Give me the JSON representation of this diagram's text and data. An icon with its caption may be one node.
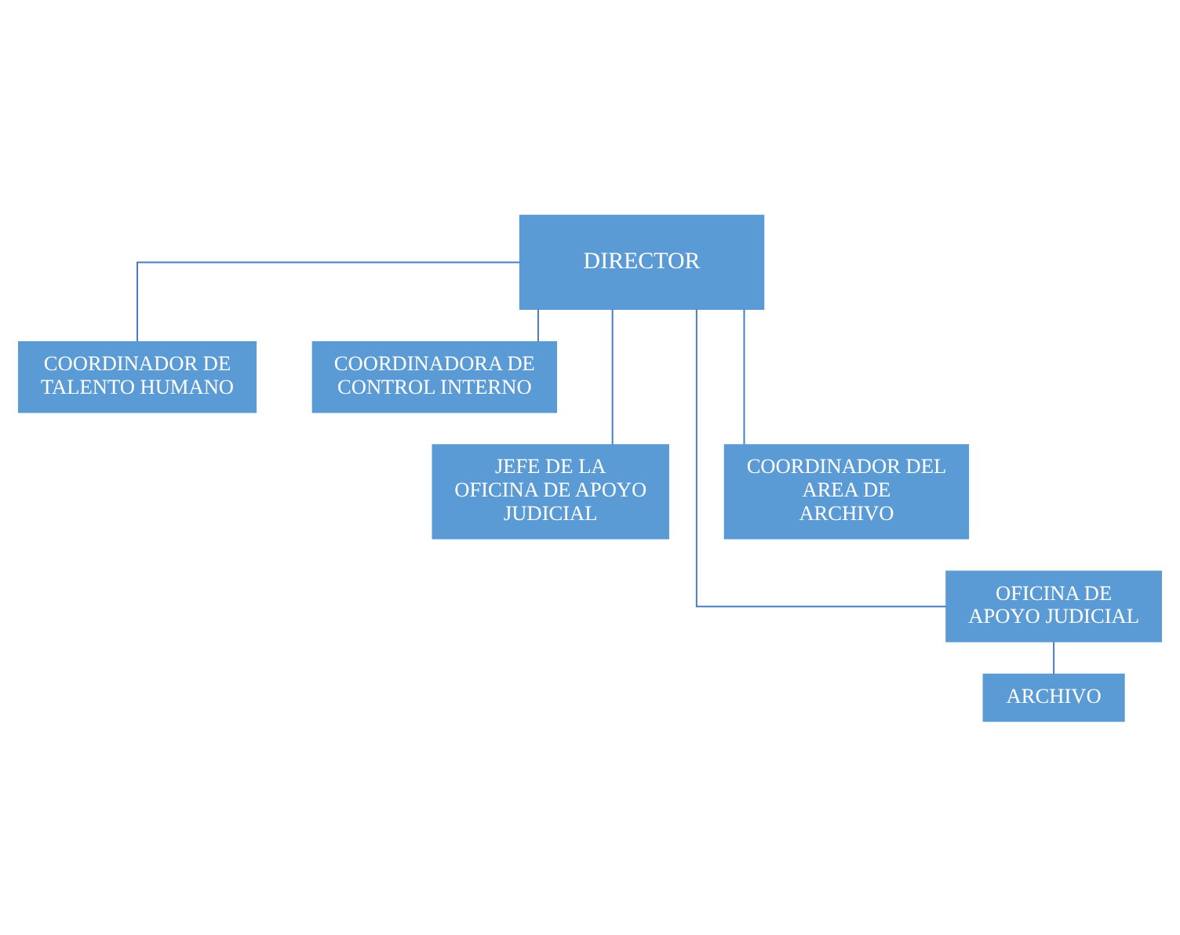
{
  "diagram": {
    "nodes": [
      {
        "text": [
          "DIRECTOR"
        ]
      },
      {
        "text": [
          "COORDINADOR DE TALENTO HUMANO"
        ]
      },
      {
        "text": [
          "COORDINADORA DE CONTROL INTERNO"
        ]
      },
      {
        "text": [
          "JEFE DE LA OFICINA DE APOYO JUDICIAL"
        ]
      },
      {
        "text": [
          "COORDINADOR DEL AREA DE ARCHIVO"
        ]
      },
      {
        "text": [
          "OFICINA DE APOYO JUDICIAL"
        ]
      },
      {
        "text": [
          "ARCHIVO"
        ]
      }
    ],
    "edges": [
      {
        "from": 0,
        "to": 1,
        "arrow": "none"
      },
      {
        "from": 0,
        "to": 2,
        "arrow": "none"
      },
      {
        "from": 0,
        "to": 3,
        "arrow": "none"
      },
      {
        "from": 0,
        "to": 4,
        "arrow": "none"
      },
      {
        "from": 0,
        "to": 5,
        "arrow": "none"
      },
      {
        "from": 5,
        "to": 6,
        "arrow": "none"
      }
    ]
  }
}
